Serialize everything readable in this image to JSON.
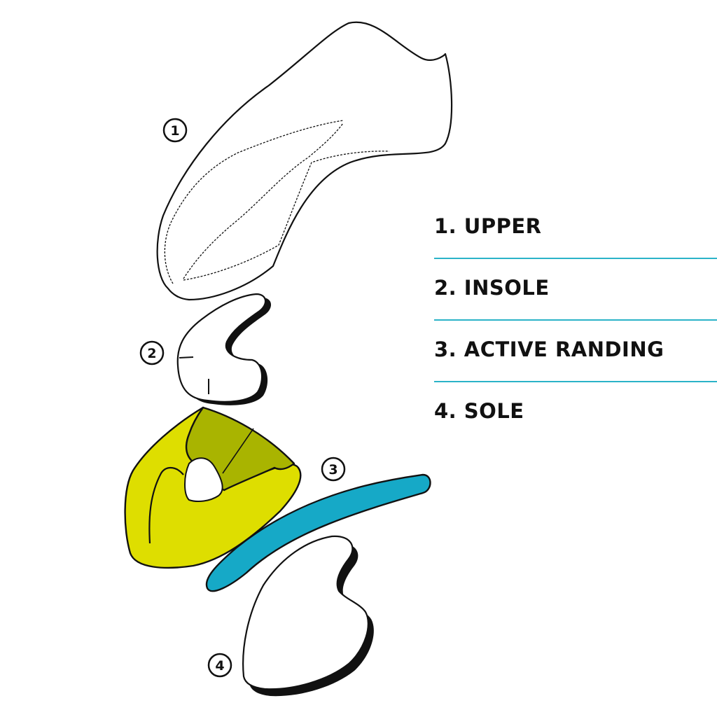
{
  "legend": {
    "items": [
      {
        "label": "1. UPPER"
      },
      {
        "label": "2. INSOLE"
      },
      {
        "label": "3. ACTIVE RANDING"
      },
      {
        "label": "4. SOLE"
      }
    ]
  },
  "callouts": [
    {
      "number": "1",
      "part": "upper"
    },
    {
      "number": "2",
      "part": "insole"
    },
    {
      "number": "3",
      "part": "active-randing"
    },
    {
      "number": "4",
      "part": "sole"
    }
  ],
  "colors": {
    "outline": "#111111",
    "randing_yellow": "#dede00",
    "randing_olive": "#a9b400",
    "sole_blue": "#16a9c7",
    "divider": "#2bb3c8",
    "background": "#ffffff"
  }
}
